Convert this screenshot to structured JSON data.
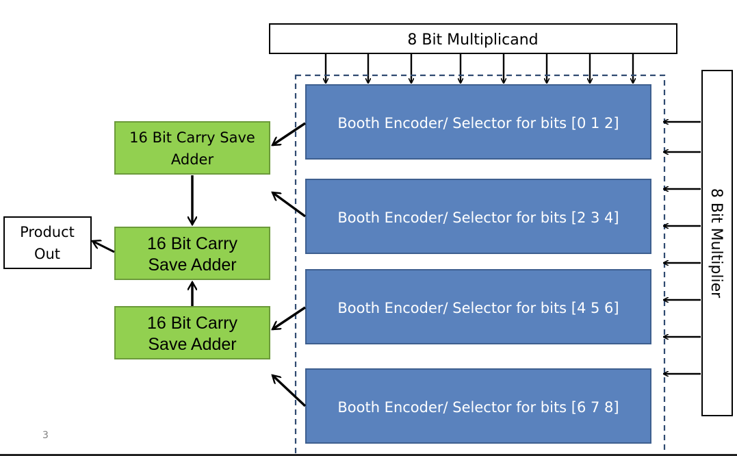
{
  "title": "",
  "multiplicand": {
    "label": "8 Bit Multiplicand"
  },
  "multiplier": {
    "label": "8 Bit Multiplier"
  },
  "product": {
    "line1": "Product",
    "line2": "Out"
  },
  "encoders": [
    {
      "label": "Booth Encoder/ Selector for bits [0 1 2]"
    },
    {
      "label": "Booth Encoder/ Selector for bits [2 3 4]"
    },
    {
      "label": "Booth Encoder/ Selector for bits [4 5 6]"
    },
    {
      "label": "Booth Encoder/ Selector for bits [6 7 8]"
    }
  ],
  "adders": [
    {
      "line1": "16 Bit Carry Save",
      "line2": "Adder"
    },
    {
      "line1": "16 Bit Carry",
      "line2": "Save Adder"
    },
    {
      "line1": "16 Bit Carry",
      "line2": "Save Adder"
    }
  ],
  "page_number": "3",
  "colors": {
    "encoder_fill": "#5a82bd",
    "encoder_stroke": "#3e5f8f",
    "adder_fill": "#92d050",
    "adder_stroke": "#6b9a3a",
    "dashed_border": "#2f4a70"
  }
}
